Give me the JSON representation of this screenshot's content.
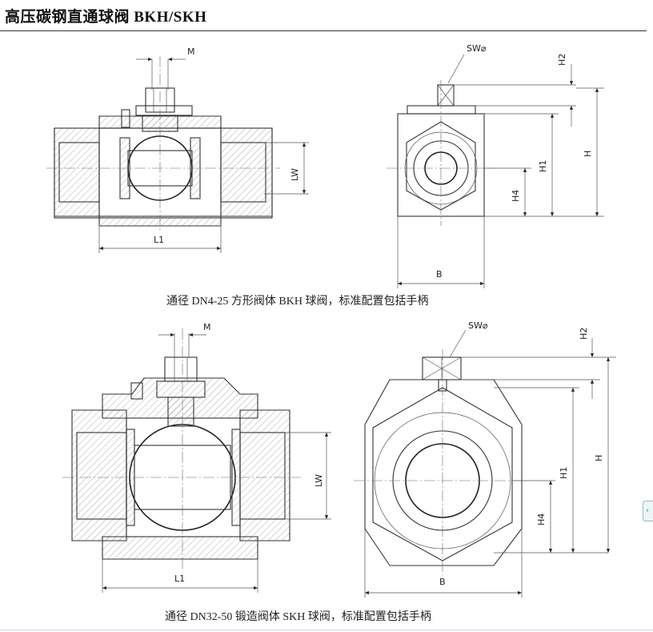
{
  "title": "高压碳钢直通球阀 BKH/SKH",
  "captions": {
    "top": "通径 DN4-25  方形阀体 BKH 球阀，标准配置包括手柄",
    "bottom": "通径 DN32-50  锻造阀体 SKH 球阀，标准配置包括手柄"
  },
  "dims": {
    "M": "M",
    "SW": "SW⌀",
    "H2": "H2",
    "H1": "H1",
    "H": "H",
    "H4": "H4",
    "LW": "LW",
    "L1": "L1",
    "B": "B"
  },
  "side_tab_icon": "chevron-left-icon"
}
